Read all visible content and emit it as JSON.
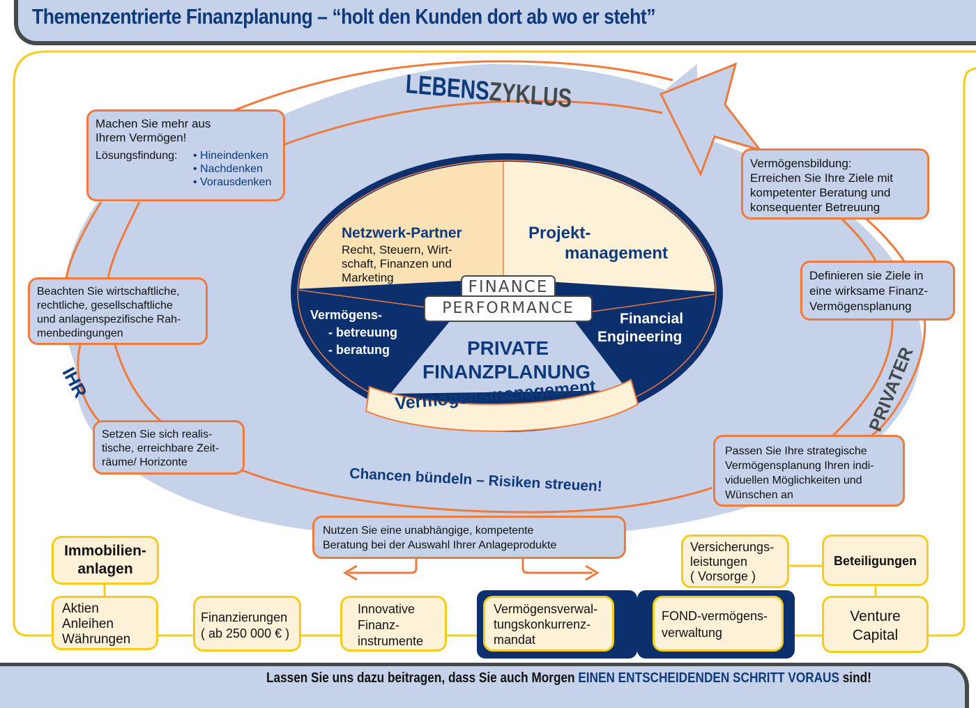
{
  "header": {
    "title": "Themenzentrierte Finanzplanung – “holt den Kunden dort ab wo er steht”"
  },
  "cycle": {
    "title_part1": "LEBENS",
    "title_part2": "ZYKLUS",
    "left_label": "IHR",
    "right_label": "PRIVATER",
    "slogan": "Chancen bündeln – Risiken streuen!"
  },
  "bubbles": {
    "top_left": {
      "line1": "Machen Sie mehr aus",
      "line2": "Ihrem Vermögen!",
      "label": "Lösungsfindung:",
      "items": [
        "• Hineindenken",
        "• Nachdenken",
        "• Vorausdenken"
      ]
    },
    "left_upper": [
      "Beachten Sie wirtschaftliche,",
      "rechtliche, gesellschaftliche",
      "und anlagenspezifische Rah-",
      "menbedingungen"
    ],
    "left_lower": [
      "Setzen Sie sich realis-",
      "tische, erreichbare Zeit-",
      "räume/ Horizonte"
    ],
    "bottom": [
      "Nutzen Sie eine unabhängige, kompetente",
      "Beratung bei der Auswahl Ihrer Anlageprodukte"
    ],
    "right_lower": [
      "Passen Sie Ihre strategische",
      "Vermögensplanung Ihren indi-",
      "viduellen Möglichkeiten und",
      "Wünschen an"
    ],
    "right_middle": [
      "Definieren sie Ziele in",
      "eine wirksame Finanz-",
      "Vermögensplanung"
    ],
    "right_upper": [
      "Vermögensbildung:",
      "Erreichen Sie Ihre Ziele mit",
      "kompetenter Beratung und",
      "konsequenter Betreuung"
    ]
  },
  "center": {
    "network_title": "Netzwerk-Partner",
    "network_lines": [
      "Recht, Steuern, Wirt-",
      "schaft, Finanzen und",
      "Marketing"
    ],
    "project_line1": "Projekt-",
    "project_line2": "management",
    "asset_lines": [
      "Vermögens-",
      "- betreuung",
      "- beratung"
    ],
    "fin_eng_line1": "Financial",
    "fin_eng_line2": "Engineering",
    "core_line1": "PRIVATE",
    "core_line2": "FINANZPLANUNG",
    "band": "Vermögensmanagement",
    "logo_line1": "FINANCE",
    "logo_line2": "PERFORMANCE"
  },
  "products": {
    "immobilien": [
      "Immobilien-",
      "anlagen"
    ],
    "aktien": [
      "Aktien",
      "Anleihen",
      "Währungen"
    ],
    "finanzierungen": [
      "Finanzierungen",
      "( ab 250 000 € )"
    ],
    "innovative": [
      "Innovative",
      "Finanz-",
      "instrumente"
    ],
    "vvkm": [
      "Vermögensverwal-",
      "tungskonkurrenz-",
      "mandat"
    ],
    "fond": [
      "FOND-vermögens-",
      "verwaltung"
    ],
    "versicherung": [
      "Versicherungs-",
      "leistungen",
      "( Vorsorge )"
    ],
    "beteiligungen": "Beteiligungen",
    "venture": [
      "Venture",
      "Capital"
    ]
  },
  "footer": {
    "text_start": "Lassen Sie uns dazu beitragen, dass Sie auch Morgen ",
    "text_highlight": "EINEN ENTSCHEIDENDEN SCHRITT VORAUS",
    "text_end": " sind!"
  },
  "colors": {
    "navy": "#0c2f6e",
    "title_blue": "#0e3a7c",
    "light_blue": "#c5d2ea",
    "orange": "#f07a3c",
    "yellow": "#f6cc1c",
    "cream": "#fdf1d8",
    "peach": "#fbe2b4",
    "dark_gray": "#444a4c"
  }
}
